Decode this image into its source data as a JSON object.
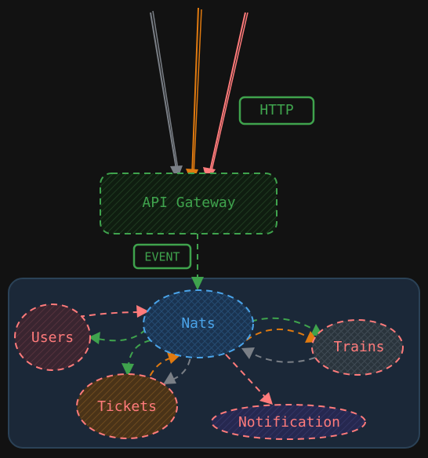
{
  "labels": {
    "http": "HTTP",
    "event": "EVENT",
    "gateway": "API Gateway",
    "nats": "Nats",
    "users": "Users",
    "trains": "Trains",
    "tickets": "Tickets",
    "notification": "Notification"
  },
  "colors": {
    "background": "#121212",
    "cluster_fill": "#1b2838",
    "cluster_stroke": "#2b4257",
    "green": "#3fa34d",
    "green_fill": "#0f2010",
    "blue": "#4aa3e8",
    "blue_fill": "#1c3a5e",
    "pink": "#ff7b7b",
    "pink_fill": "#4a2a30",
    "orange": "#e07a10",
    "orange_fill": "#5a3a15",
    "gray": "#7a7f86",
    "gray_fill": "#2e3840",
    "notification_fill": "#2a2a55"
  }
}
